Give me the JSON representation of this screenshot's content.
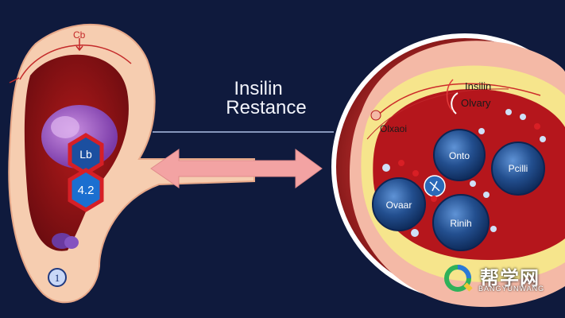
{
  "heading": {
    "line1": "Insilin",
    "line2": "Restance"
  },
  "left_panel": {
    "top_label": "Cb",
    "hexagon_top_label": "Lb",
    "hexagon_bottom_label": "4.2",
    "circle_label": "1"
  },
  "right_panel": {
    "insulin_label": "Insilin",
    "ovary_label": "Olvary",
    "left_label": "Olxaoi",
    "cells": [
      {
        "label": "Onto"
      },
      {
        "label": "Pcilli"
      },
      {
        "label": "Ovaar"
      },
      {
        "label": "Rinih"
      }
    ]
  },
  "watermark": {
    "cn": "帮学网",
    "en": "BANGYUNWANG"
  },
  "colors": {
    "background": "#0f1a3d",
    "arrow": "#f3a3a3",
    "cell_blue": "#1f4f8f",
    "tissue_red": "#9a1418"
  }
}
